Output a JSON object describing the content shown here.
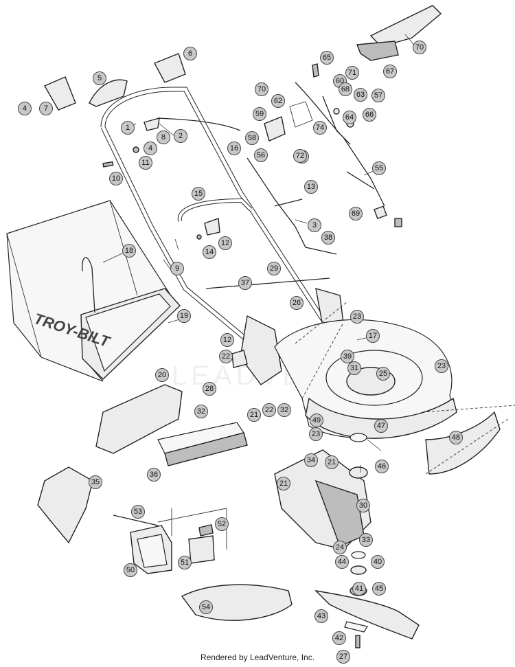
{
  "brand_text": "TROY-BILT",
  "watermark_text": "LEADVENTURE",
  "footer_text": "Rendered by LeadVenture, Inc.",
  "callouts": [
    "1",
    "2",
    "3",
    "4",
    "4",
    "5",
    "6",
    "7",
    "8",
    "9",
    "10",
    "11",
    "12",
    "12",
    "13",
    "14",
    "15",
    "16",
    "17",
    "18",
    "19",
    "20",
    "21",
    "21",
    "21",
    "22",
    "22",
    "23",
    "23",
    "23",
    "24",
    "25",
    "26",
    "27",
    "28",
    "29",
    "30",
    "31",
    "32",
    "32",
    "33",
    "34",
    "35",
    "36",
    "37",
    "38",
    "39",
    "40",
    "41",
    "42",
    "43",
    "44",
    "45",
    "46",
    "47",
    "48",
    "49",
    "50",
    "51",
    "52",
    "53",
    "54",
    "55",
    "56",
    "57",
    "58",
    "59",
    "60",
    "61",
    "62",
    "63",
    "64",
    "65",
    "66",
    "67",
    "68",
    "69",
    "70",
    "70",
    "71",
    "72",
    "74"
  ]
}
